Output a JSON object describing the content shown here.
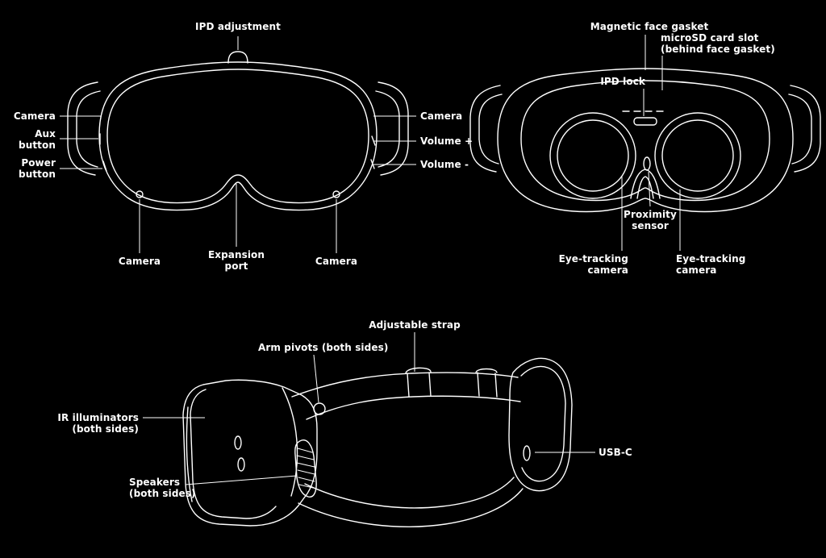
{
  "colors": {
    "background": "#000000",
    "line": "#ffffff",
    "text": "#ffffff"
  },
  "views": {
    "front": {
      "labels": {
        "ipd_adjustment": "IPD adjustment",
        "camera_left": "Camera",
        "aux_button": "Aux\nbutton",
        "power_button": "Power\nbutton",
        "camera_right": "Camera",
        "volume_plus": "Volume +",
        "volume_minus": "Volume -",
        "camera_bottom_left": "Camera",
        "expansion_port": "Expansion\nport",
        "camera_bottom_right": "Camera"
      }
    },
    "rear": {
      "labels": {
        "magnetic_face_gasket": "Magnetic face gasket",
        "microsd_card_slot": "microSD card slot\n(behind face gasket)",
        "ipd_lock": "IPD lock",
        "proximity_sensor": "Proximity\nsensor",
        "eye_tracking_camera_left": "Eye-tracking\ncamera",
        "eye_tracking_camera_right": "Eye-tracking\ncamera"
      }
    },
    "side": {
      "labels": {
        "adjustable_strap": "Adjustable strap",
        "arm_pivots": "Arm pivots (both sides)",
        "ir_illuminators": "IR illuminators\n(both sides)",
        "speakers": "Speakers\n(both sides)",
        "usb_c": "USB-C"
      }
    }
  }
}
